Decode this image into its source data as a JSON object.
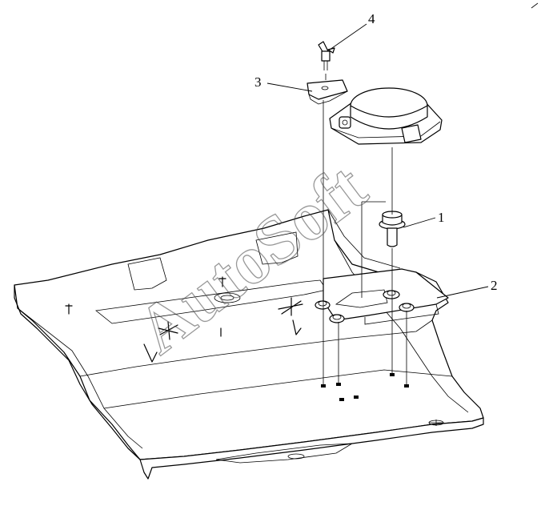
{
  "callouts": [
    {
      "id": "1",
      "label": "1"
    },
    {
      "id": "2",
      "label": "2"
    },
    {
      "id": "3",
      "label": "3"
    },
    {
      "id": "4",
      "label": "4"
    }
  ],
  "watermark": {
    "text": "AutoSoft"
  },
  "colors": {
    "line": "#000000",
    "background": "#ffffff",
    "watermark": "#444444"
  }
}
